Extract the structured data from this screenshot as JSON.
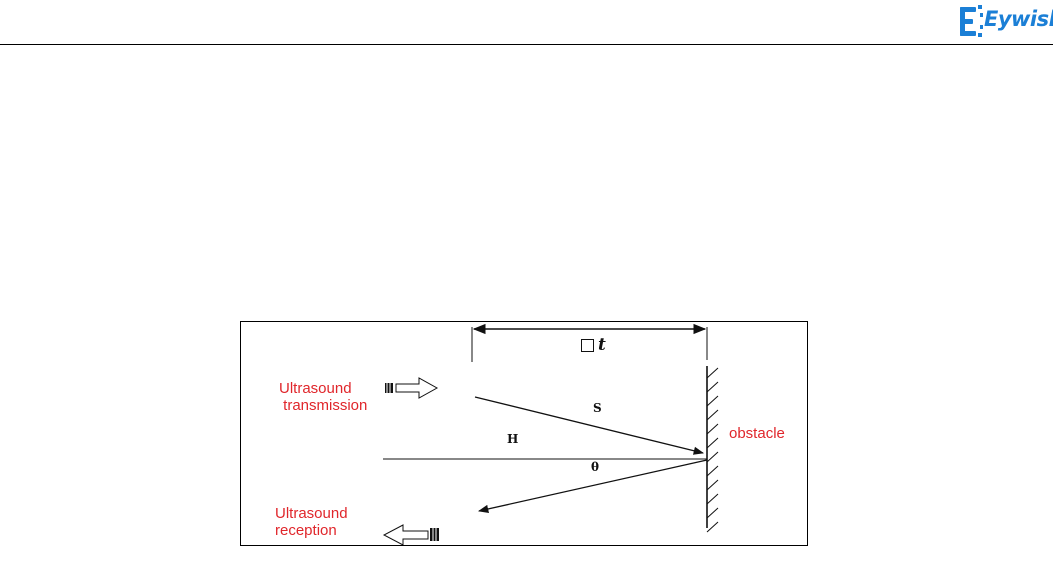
{
  "logo": {
    "text": "Eywish",
    "icon": "gear-icon",
    "color": "#1b7fd6"
  },
  "diagram": {
    "labels": {
      "transmission": "Ultrasound\n transmission",
      "reception": "Ultrasound\nreception",
      "obstacle": "obstacle",
      "s": "S",
      "h": "H",
      "theta": "θ",
      "delta_t_var": "t"
    },
    "colors": {
      "label": "#e0262b",
      "line": "#111111"
    }
  }
}
